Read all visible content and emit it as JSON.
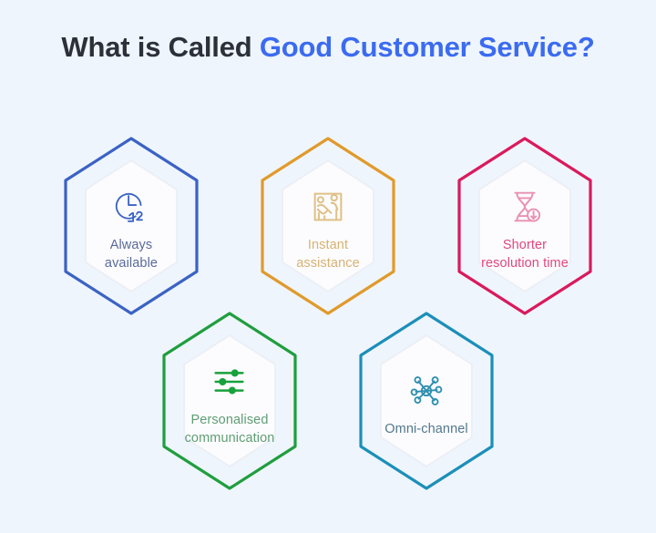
{
  "page": {
    "background_color": "#eff5fd",
    "title_part1": "What is Called ",
    "title_part2": "Good Customer Service?",
    "title_color": "#2c3038",
    "title_accent_color": "#3b6bf0"
  },
  "cards": [
    {
      "id": "always-available",
      "label": "Always\navailable",
      "icon": "clock-24-icon",
      "border_color": "#3b63c4",
      "text_color": "#5a6a9a",
      "icon_color": "#3b63c4",
      "inner_fill": "#fcfcfe",
      "inner_stroke": "#eceff6"
    },
    {
      "id": "instant-assistance",
      "label": "Instant\nassistance",
      "icon": "handshake-people-icon",
      "border_color": "#e09a2b",
      "text_color": "#d7b272",
      "icon_color": "#dfc086",
      "inner_fill": "#fcfcfe",
      "inner_stroke": "#eceff6"
    },
    {
      "id": "shorter-resolution-time",
      "label": "Shorter\nresolution time",
      "icon": "hourglass-down-icon",
      "border_color": "#da1a5d",
      "text_color": "#e2467f",
      "icon_color": "#eb8fb3",
      "inner_fill": "#fcfcfe",
      "inner_stroke": "#eceff6"
    },
    {
      "id": "personalised-communication",
      "label": "Personalised\ncommunication",
      "icon": "sliders-settings-icon",
      "border_color": "#1f9e3e",
      "text_color": "#5f9e74",
      "icon_color": "#18a13c",
      "inner_fill": "#fcfcfe",
      "inner_stroke": "#eceff6"
    },
    {
      "id": "omni-channel",
      "label": "Omni-channel",
      "icon": "network-hub-icon",
      "border_color": "#1b8fb8",
      "text_color": "#52788c",
      "icon_color": "#2f8fb0",
      "inner_fill": "#fcfcfe",
      "inner_stroke": "#eceff6"
    }
  ]
}
